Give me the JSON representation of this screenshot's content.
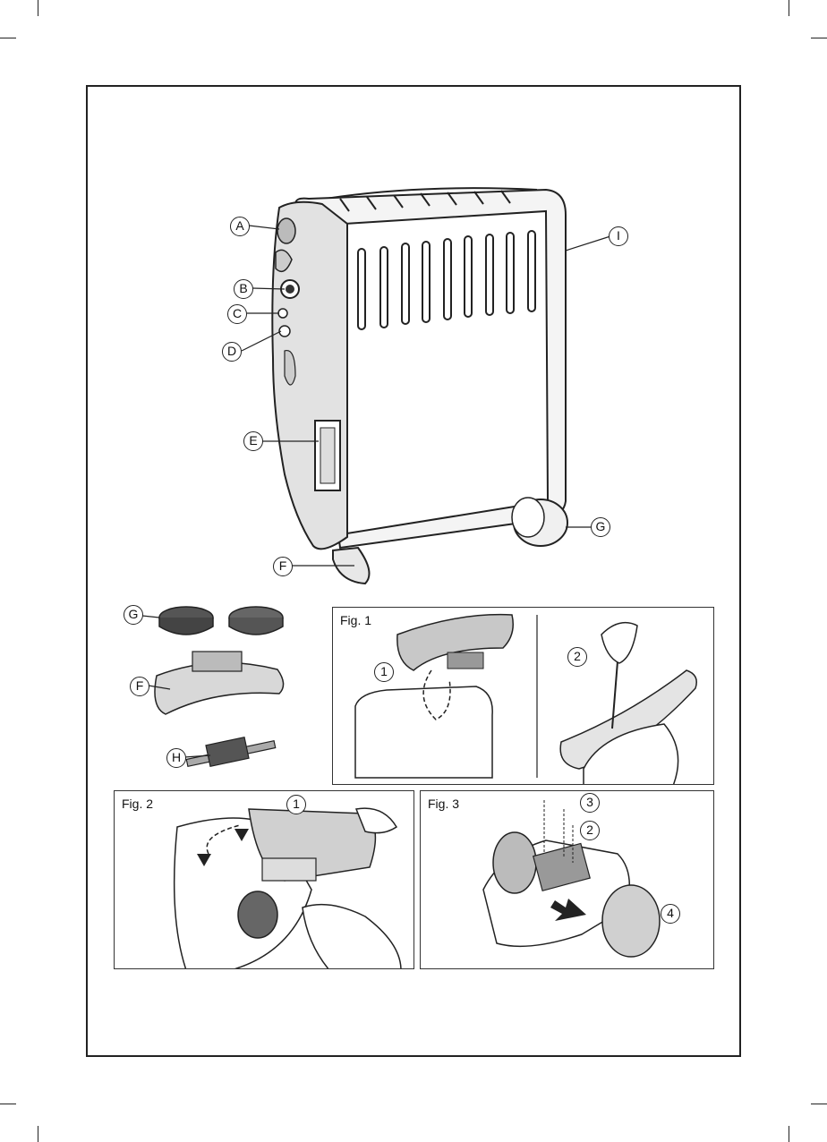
{
  "main_labels": {
    "A": "A",
    "B": "B",
    "C": "C",
    "D": "D",
    "E": "E",
    "F": "F",
    "G": "G",
    "I": "I"
  },
  "parts": {
    "G": "G",
    "F": "F",
    "H": "H"
  },
  "fig1": {
    "title": "Fig. 1",
    "step1": "1",
    "step2": "2"
  },
  "fig2": {
    "title": "Fig. 2",
    "step1": "1"
  },
  "fig3": {
    "title": "Fig. 3",
    "step3": "3",
    "step2": "2",
    "step4": "4"
  }
}
